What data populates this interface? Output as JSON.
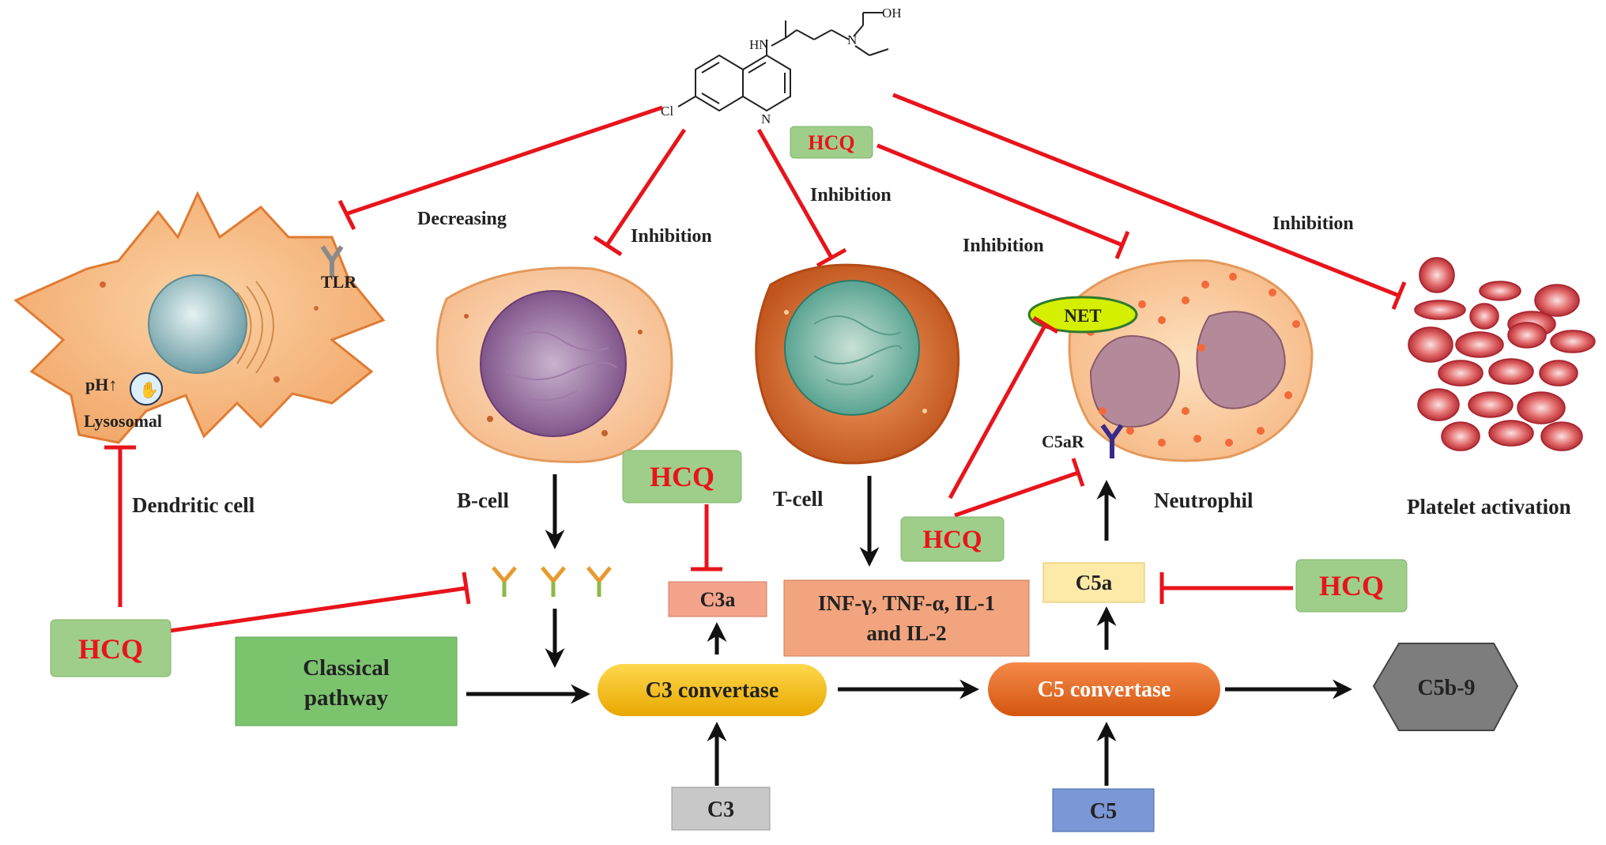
{
  "molecule": {
    "atoms": {
      "hn": "HN",
      "oh": "OH",
      "n": "N",
      "cl": "Cl",
      "ring_n": "N"
    }
  },
  "hcq_label": "HCQ",
  "effects": {
    "decreasing": "Decreasing",
    "inhibition": "Inhibition"
  },
  "cells": {
    "dendritic": "Dendritic cell",
    "b_cell": "B-cell",
    "t_cell": "T-cell",
    "neutrophil": "Neutrophil",
    "platelet": "Platelet activation"
  },
  "markers": {
    "tlr": "TLR",
    "ph": "pH↑",
    "lysosomal": "Lysosomal",
    "net": "NET",
    "c5ar": "C5aR"
  },
  "pathway": {
    "classical_line1": "Classical",
    "classical_line2": "pathway",
    "c3_convertase": "C3 convertase",
    "c5_convertase": "C5 convertase",
    "c5b9": "C5b-9",
    "c3": "C3",
    "c5": "C5",
    "c3a": "C3a",
    "c5a": "C5a",
    "cytokines_line1": "INF-γ, TNF-α, IL-1",
    "cytokines_line2": "and IL-2"
  },
  "colors": {
    "inhibit": "#e8141b",
    "arrow": "#111111",
    "hcq_box": "#9fce8b",
    "classical_box": "#7cc36e",
    "c3_convertase": "#f7c100",
    "c5_convertase": "#e8661e",
    "c5b9": "#7d7d7d",
    "c3_box": "#c8c8c8",
    "c5_box": "#7b97d6",
    "c3a_box": "#f3a48b",
    "c5a_box": "#fde9a8",
    "cytokine_box": "#f2a47e"
  }
}
